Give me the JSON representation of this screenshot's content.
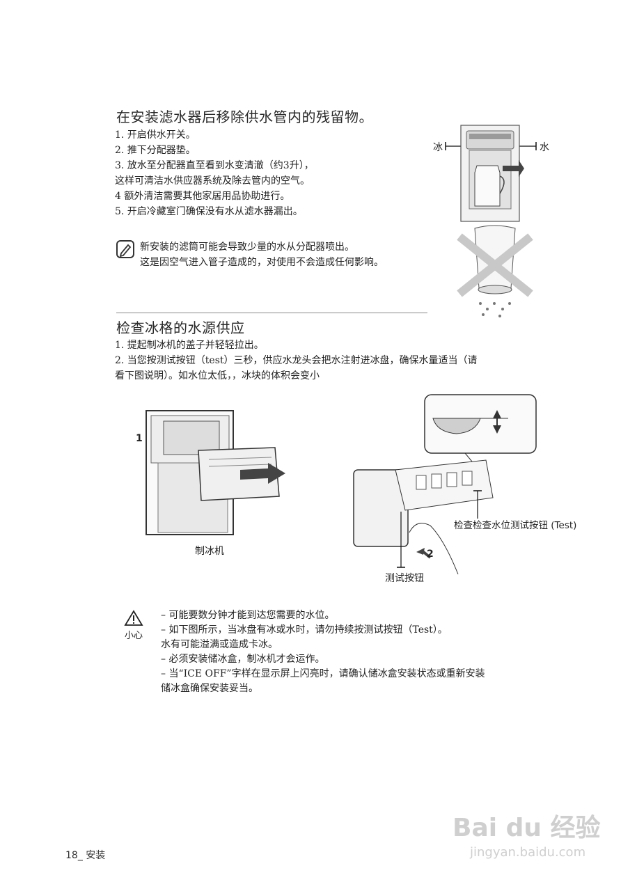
{
  "section1": {
    "title": "在安装滤水器后移除供水管内的残留物。",
    "steps": [
      "1. 开启供水开关。",
      "2. 推下分配器垫。",
      "3. 放水至分配器直至看到水变清澈（约3升），",
      "    这样可清洁水供应器系统及除去管内的空气。",
      "4  额外清洁需要其他家居用品协助进行。",
      "5. 开启冷藏室门确保没有水从滤水器漏出。"
    ],
    "note_lines": [
      "新安装的滤筒可能会导致少量的水从分配器喷出。",
      "这是因空气进入管子造成的，对使用不会造成任何影响。"
    ],
    "figure_labels": {
      "ice": "冰",
      "water": "水"
    }
  },
  "section2": {
    "title": "检查冰格的水源供应",
    "steps": [
      "1. 提起制冰机的盖子并轻轻拉出。",
      "2. 当您按测试按钮（test）三秒，供应水龙头会把水注射进冰盘，确保水量适当（请",
      "    看下图说明）。如水位太低，，冰块的体积会变小"
    ],
    "figure_left": {
      "number": "1",
      "caption": "制冰机"
    },
    "figure_right": {
      "test_label": "检查检查水位测试按钮 (Test)",
      "button_label": "测试按钮",
      "number": "2"
    }
  },
  "caution": {
    "icon_label": "小心",
    "lines": [
      "–  可能要数分钟才能到达您需要的水位。",
      "–  如下图所示，当冰盘有冰或水时，请勿持续按测试按钮（Test）。",
      "    水有可能溢满或造成卡冰。",
      "–  必须安装储冰盒，制冰机才会运作。",
      "–  当“ICE OFF”字样在显示屏上闪亮时，请确认储冰盒安装状态或重新安装",
      "    储冰盒确保安装妥当。"
    ]
  },
  "footer": {
    "page": "18_ 安装"
  },
  "watermark": {
    "brand": "Bai du 经验",
    "url": "jingyan.baidu.com"
  }
}
